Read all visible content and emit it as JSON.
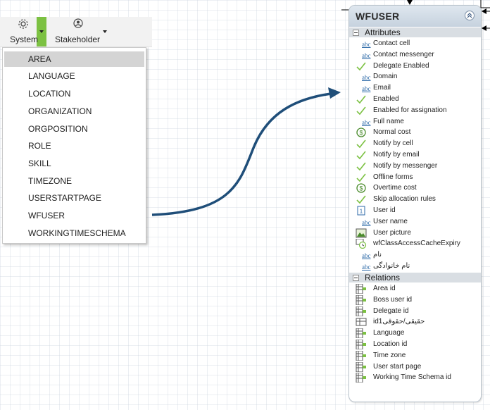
{
  "toolbar": {
    "system_label": "System",
    "stakeholder_label": "Stakeholder",
    "accent_color": "#7cc142"
  },
  "menu": {
    "selected_index": 0,
    "items": [
      "AREA",
      "LANGUAGE",
      "LOCATION",
      "ORGANIZATION",
      "ORGPOSITION",
      "ROLE",
      "SKILL",
      "TIMEZONE",
      "USERSTARTPAGE",
      "WFUSER",
      "WORKINGTIMESCHEMA"
    ]
  },
  "connector_color": "#1f4e79",
  "entity": {
    "title": "WFUSER",
    "attributes_label": "Attributes",
    "relations_label": "Relations",
    "attributes": [
      {
        "label": "Contact cell",
        "icon": "abc-text-icon"
      },
      {
        "label": "Contact messenger",
        "icon": "abc-text-icon"
      },
      {
        "label": "Delegate Enabled",
        "icon": "check-icon"
      },
      {
        "label": "Domain",
        "icon": "abc-text-icon"
      },
      {
        "label": "Email",
        "icon": "abc-text-icon"
      },
      {
        "label": "Enabled",
        "icon": "check-icon"
      },
      {
        "label": "Enabled for assignation",
        "icon": "check-icon"
      },
      {
        "label": "Full name",
        "icon": "abc-text-icon"
      },
      {
        "label": "Normal cost",
        "icon": "dollar-icon"
      },
      {
        "label": "Notify by cell",
        "icon": "check-icon"
      },
      {
        "label": "Notify by email",
        "icon": "check-icon"
      },
      {
        "label": "Notify by messenger",
        "icon": "check-icon"
      },
      {
        "label": "Offline forms",
        "icon": "check-icon"
      },
      {
        "label": "Overtime cost",
        "icon": "dollar-icon"
      },
      {
        "label": "Skip allocation rules",
        "icon": "check-icon"
      },
      {
        "label": "User id",
        "icon": "number-icon"
      },
      {
        "label": "User name",
        "icon": "abc-text-icon"
      },
      {
        "label": "User picture",
        "icon": "picture-icon"
      },
      {
        "label": "wfClassAccessCacheExpiry",
        "icon": "datetime-icon"
      },
      {
        "label": "نام",
        "icon": "abc-text-icon"
      },
      {
        "label": "نام خانوادگی",
        "icon": "abc-text-icon"
      }
    ],
    "relations": [
      {
        "label": "Area id",
        "icon": "relation-icon"
      },
      {
        "label": "Boss user id",
        "icon": "relation-icon"
      },
      {
        "label": "Delegate id",
        "icon": "relation-icon"
      },
      {
        "label": "id1حقیقی/حقوقی",
        "icon": "table-icon"
      },
      {
        "label": "Language",
        "icon": "relation-icon"
      },
      {
        "label": "Location id",
        "icon": "relation-icon"
      },
      {
        "label": "Time zone",
        "icon": "relation-icon"
      },
      {
        "label": "User start page",
        "icon": "relation-icon"
      },
      {
        "label": "Working Time Schema id",
        "icon": "relation-icon"
      }
    ]
  }
}
